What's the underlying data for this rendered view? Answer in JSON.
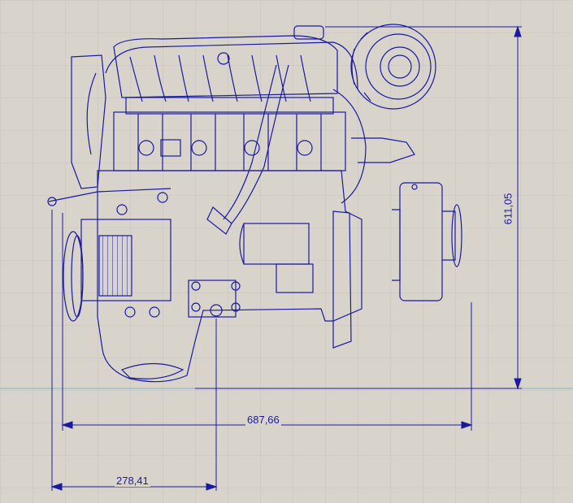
{
  "drawing": {
    "dimensions": {
      "height": "611,05",
      "width": "687,66",
      "offset": "278,41"
    },
    "colors": {
      "background": "#d8d4cc",
      "grid": "#c9c5be",
      "line": "#1a1aa0",
      "axis": "#7fb3c8"
    }
  }
}
